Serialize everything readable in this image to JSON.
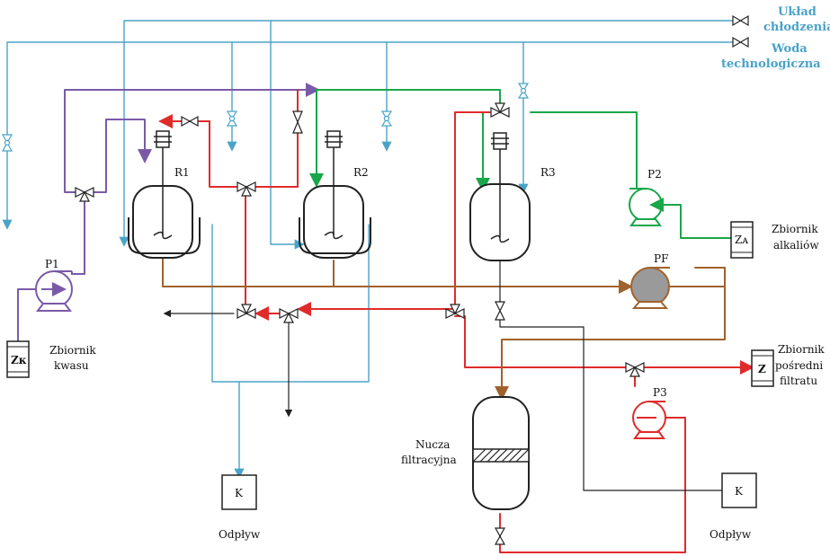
{
  "labels": {
    "uklad": "Układ",
    "chlodzenia": "chłodzenia",
    "woda": "Woda",
    "technologiczna": "technologiczna",
    "r1": "R1",
    "r2": "R2",
    "r3": "R3",
    "p1": "P1",
    "p2": "P2",
    "p3": "P3",
    "pf": "PF",
    "zk": "Zᴋ",
    "za": "Zᴀ",
    "z": "Z",
    "k": "K",
    "zbiornik": "Zbiornik",
    "kwasu": "kwasu",
    "alkaliow": "alkaliów",
    "posredni": "pośredni",
    "filtratu": "filtratu",
    "nucza": "Nucza",
    "filtracyjna": "filtracyjna",
    "odplyw": "Odpływ"
  },
  "colors": {
    "cooling": "#4aa3c7",
    "acid": "#7a5aa8",
    "alkali": "#1aa64a",
    "heat": "#e02b2b",
    "product": "#a0622d",
    "drain": "#222222"
  }
}
